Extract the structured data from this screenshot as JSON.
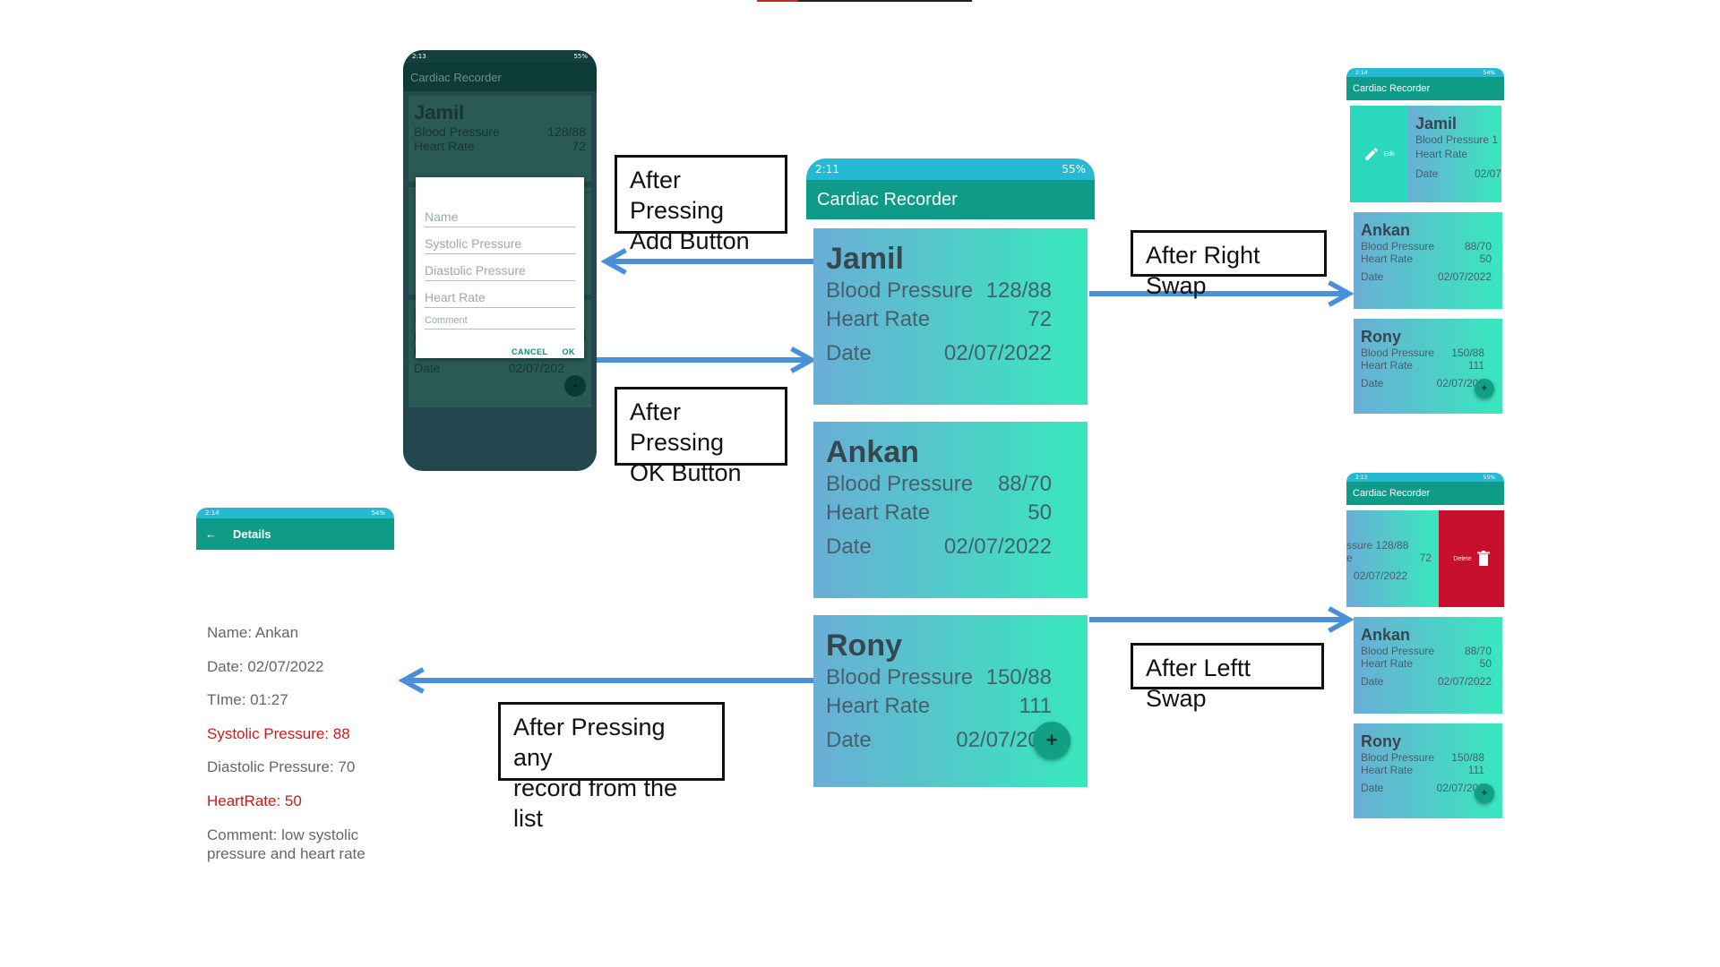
{
  "colors": {
    "teal_statusbar": "#26b9d4",
    "teal_appbar": "#0e9c89",
    "card_left": "#6aaed6",
    "card_right": "#38e8bd",
    "arrow": "#4a90d9",
    "delete_red": "#c8102e",
    "highlight_red": "#d01818"
  },
  "app": {
    "title": "Cardiac Recorder",
    "details_title": "Details",
    "status_main": {
      "time": "2:11",
      "battery": "55%"
    },
    "status_dialog": {
      "time": "2:13",
      "battery": "55%"
    },
    "status_right": {
      "time": "2:14",
      "battery": "54%"
    },
    "status_left": {
      "time": "2:13",
      "battery": "55%"
    },
    "status_details": {
      "time": "2:14",
      "battery": "54%"
    }
  },
  "labels": {
    "bp": "Blood Pressure",
    "hr": "Heart Rate",
    "date": "Date",
    "fab": "+",
    "edit": "Edit",
    "delete": "Delete",
    "right_partial_bp": "Blood Pressure 1",
    "right_partial_date": "02/07",
    "left_partial_bp": "ssure 128/88",
    "left_partial_hr": "e",
    "partial_date_rony": "02/07/202"
  },
  "records": [
    {
      "name": "Jamil",
      "bp": "128/88",
      "hr": "72",
      "date": "02/07/2022"
    },
    {
      "name": "Ankan",
      "bp": "88/70",
      "hr": "50",
      "date": "02/07/2022"
    },
    {
      "name": "Rony",
      "bp": "150/88",
      "hr": "111",
      "date": "02/07/202"
    }
  ],
  "dialog": {
    "fields": [
      "Name",
      "Systolic Pressure",
      "Diastolic Pressure",
      "Heart Rate",
      "Comment"
    ],
    "cancel": "CANCEL",
    "ok": "OK"
  },
  "callouts": {
    "add": [
      "After Pressing",
      "Add Button"
    ],
    "ok": [
      "After Pressing",
      "OK Button"
    ],
    "right": "After Right Swap",
    "left": "After Leftt Swap",
    "record": [
      "After Pressing any",
      "record from the list"
    ]
  },
  "details": {
    "name": "Name: Ankan",
    "date": "Date: 02/07/2022",
    "time": "TIme: 01:27",
    "systolic": "Systolic Pressure: 88",
    "diastolic": "Diastolic Pressure: 70",
    "heartrate": "HeartRate: 50",
    "comment": [
      "Comment: low systolic",
      "pressure and heart rate"
    ]
  }
}
